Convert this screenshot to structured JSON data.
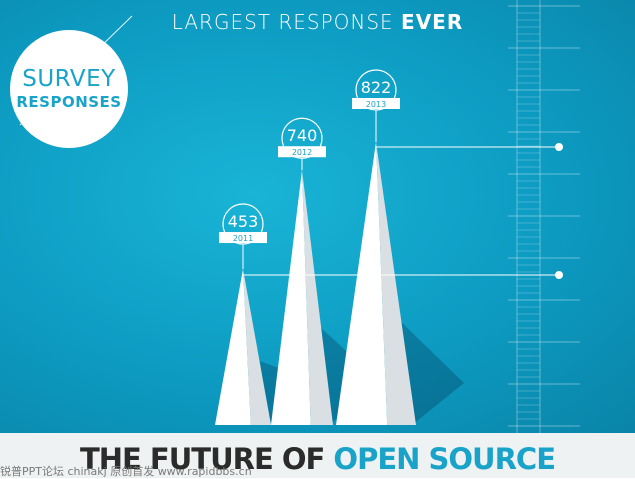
{
  "headline": {
    "lead": "LARGEST RESPONSE ",
    "emphasis": "EVER"
  },
  "badge": {
    "line1": "SURVEY",
    "line2": "RESPONSES"
  },
  "footer": {
    "lead": "THE FUTURE OF ",
    "emphasis": "OPEN SOURCE"
  },
  "watermark": "锐普PPT论坛 chinakj 原创首发 www.rapidbbs.cn",
  "colors": {
    "background": "#0d9bc2",
    "accent": "#1aa3c9",
    "bar": "#ffffff",
    "footer_bg": "#eef2f3"
  },
  "chart_data": {
    "type": "bar",
    "categories": [
      "2011",
      "2012",
      "2013"
    ],
    "values": [
      453,
      740,
      822
    ],
    "labels": [
      "453",
      "740",
      "822"
    ],
    "title": "LARGEST RESPONSE EVER",
    "xlabel": "",
    "ylabel": "",
    "ylim": [
      0,
      900
    ],
    "grid": false,
    "legend": "none"
  }
}
